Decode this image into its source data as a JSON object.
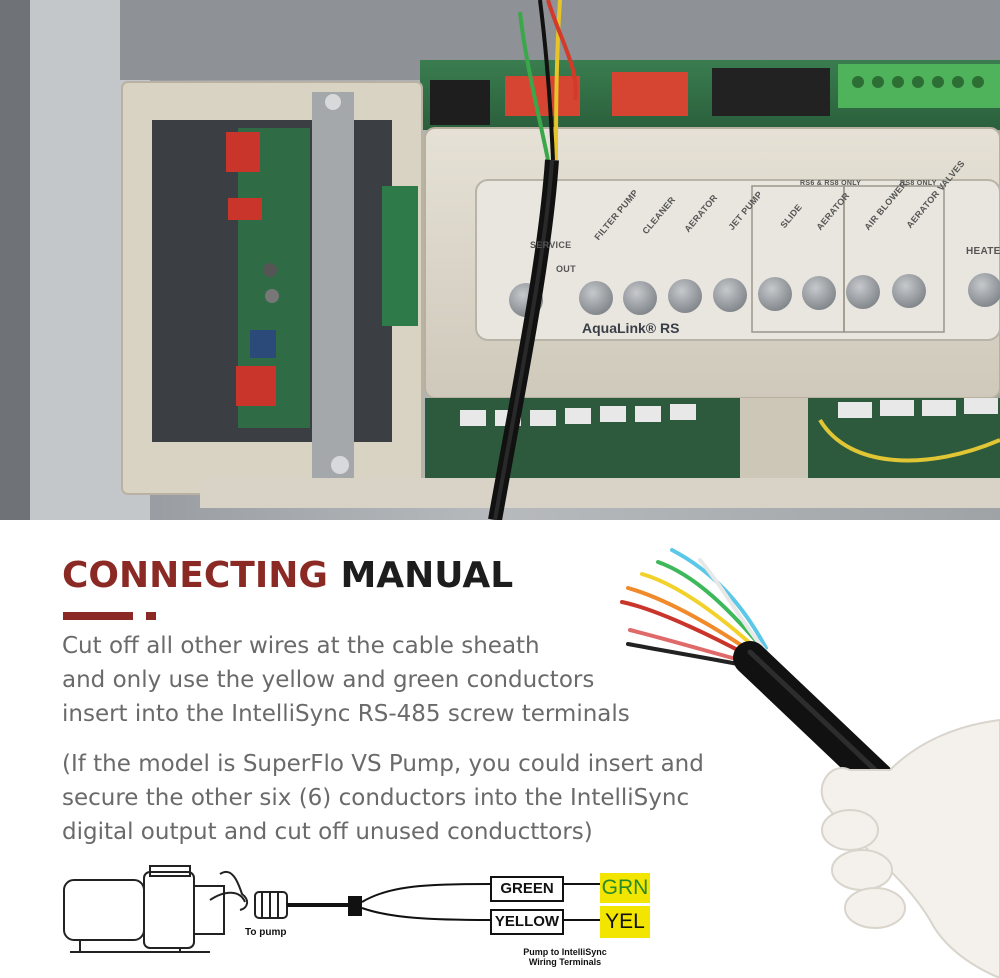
{
  "photo": {
    "brand": "AquaLink® RS",
    "panel_labels": [
      "FILTER PUMP",
      "CLEANER",
      "AERATOR",
      "JET PUMP",
      "SLIDE",
      "AERATOR",
      "AIR BLOWER",
      "AERATOR VALVES",
      "HEATER"
    ],
    "group_labels": [
      "RS6 & RS8 ONLY",
      "RS8 ONLY"
    ],
    "side_labels": [
      "SERVICE",
      "OUT"
    ],
    "colors": {
      "wire_red": "#d23a2a",
      "wire_green": "#3aa84a",
      "wire_yellow": "#e7c42a",
      "board_green": "#2e8b4e"
    }
  },
  "manual": {
    "title_accent": "CONNECTING",
    "title_rest": "MANUAL",
    "accent_color": "#8b2a24",
    "paragraph1": [
      "Cut off all other wires at the cable sheath",
      "and only use the yellow and green conductors",
      "insert into the IntelliSync RS-485 screw terminals"
    ],
    "paragraph2": [
      "(If the model is SuperFlo VS Pump, you could insert and",
      "secure the other six (6) conductors into the IntelliSync",
      "digital output and cut off unused conducttors)"
    ]
  },
  "diagram": {
    "to_pump": "To pump",
    "green_label": "GREEN",
    "yellow_label": "YELLOW",
    "grn_term": "GRN",
    "yel_term": "YEL",
    "caption_line1": "Pump to IntelliSync",
    "caption_line2": "Wiring Terminals",
    "term_color": "#f2e600",
    "grn_text_color": "#2a8a2a"
  }
}
